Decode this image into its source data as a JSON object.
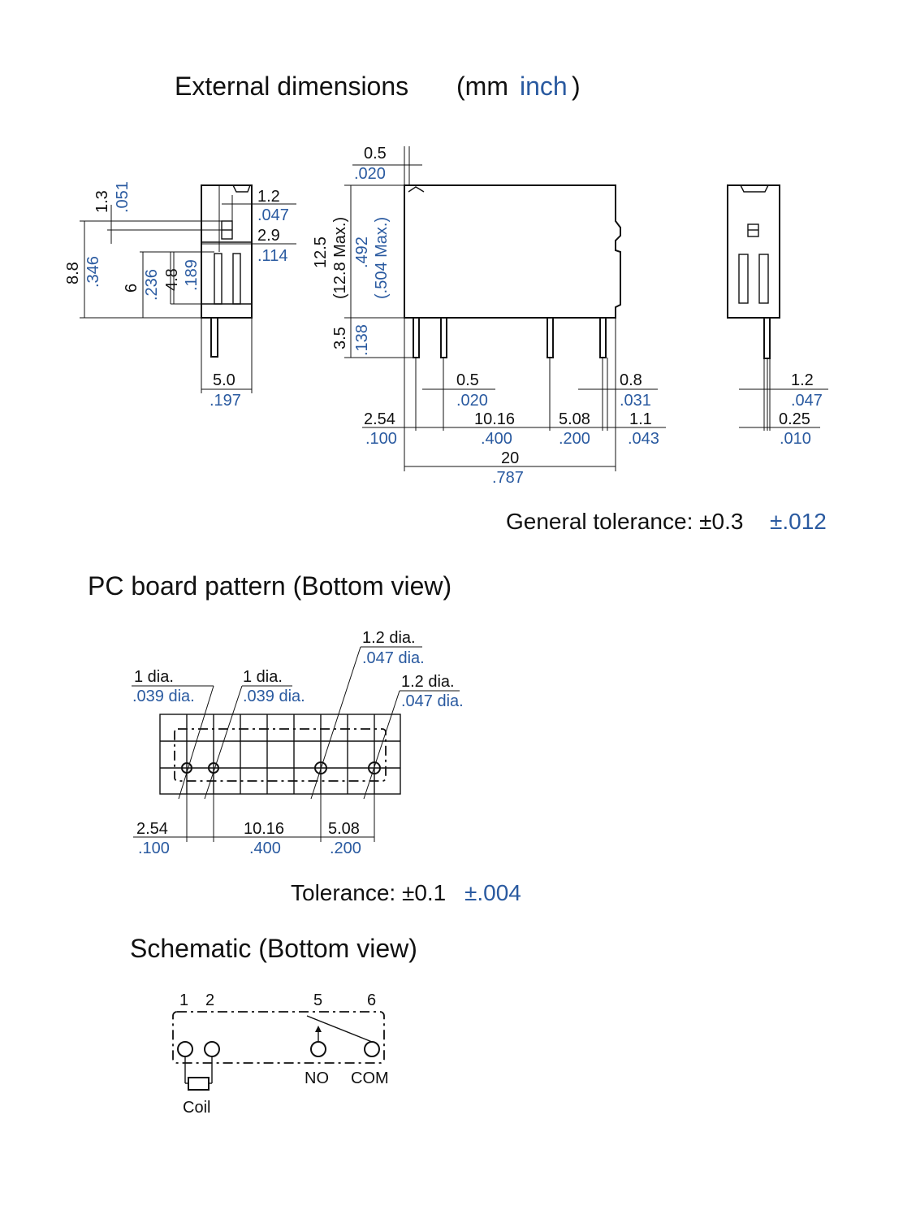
{
  "titles": {
    "external_prefix": "External dimensions",
    "unit_mm": "(mm ",
    "unit_inch": "inch",
    "unit_close": ")",
    "pcb": "PC board pattern (Bottom view)",
    "schematic": "Schematic (Bottom view)"
  },
  "side_view": {
    "d_1_3": "1.3",
    "i_051": ".051",
    "d_8_8": "8.8",
    "i_346": ".346",
    "d_6": "6",
    "i_236": ".236",
    "d_4_8": "4.8",
    "i_189": ".189",
    "d_1_2": "1.2",
    "i_047": ".047",
    "d_2_9": "2.9",
    "i_114": ".114",
    "d_5_0": "5.0",
    "i_197": ".197"
  },
  "front_view": {
    "d_0_5_top": "0.5",
    "i_020_top": ".020",
    "d_12_5": "12.5",
    "d_12_8max": "(12.8 Max.)",
    "i_492": ".492",
    "i_504max": "(.504 Max.)",
    "d_3_5": "3.5",
    "i_138": ".138",
    "d_0_5": "0.5",
    "i_020": ".020",
    "d_0_8": "0.8",
    "i_031": ".031",
    "d_2_54": "2.54",
    "i_100": ".100",
    "d_10_16": "10.16",
    "i_400": ".400",
    "d_5_08": "5.08",
    "i_200": ".200",
    "d_1_1": "1.1",
    "i_043": ".043",
    "d_20": "20",
    "i_787": ".787"
  },
  "end_view": {
    "d_1_2": "1.2",
    "i_047": ".047",
    "d_0_25": "0.25",
    "i_010": ".010"
  },
  "general_tolerance": {
    "label": "General tolerance: ±0.3 ",
    "inch": "±.012"
  },
  "pcb": {
    "hole1_mm": "1 dia.",
    "hole1_in": ".039 dia.",
    "hole2_mm": "1 dia.",
    "hole2_in": ".039 dia.",
    "hole3_mm": "1.2 dia.",
    "hole3_in": ".047 dia.",
    "hole4_mm": "1.2 dia.",
    "hole4_in": ".047 dia.",
    "d_2_54": "2.54",
    "i_100": ".100",
    "d_10_16": "10.16",
    "i_400": ".400",
    "d_5_08": "5.08",
    "i_200": ".200",
    "tolerance_label": "Tolerance: ±0.1 ",
    "tolerance_inch": "±.004"
  },
  "schematic": {
    "pin1": "1",
    "pin2": "2",
    "pin5": "5",
    "pin6": "6",
    "no": "NO",
    "com": "COM",
    "coil": "Coil"
  },
  "colors": {
    "inch_blue": "#2a5aa0",
    "line": "#111111"
  }
}
